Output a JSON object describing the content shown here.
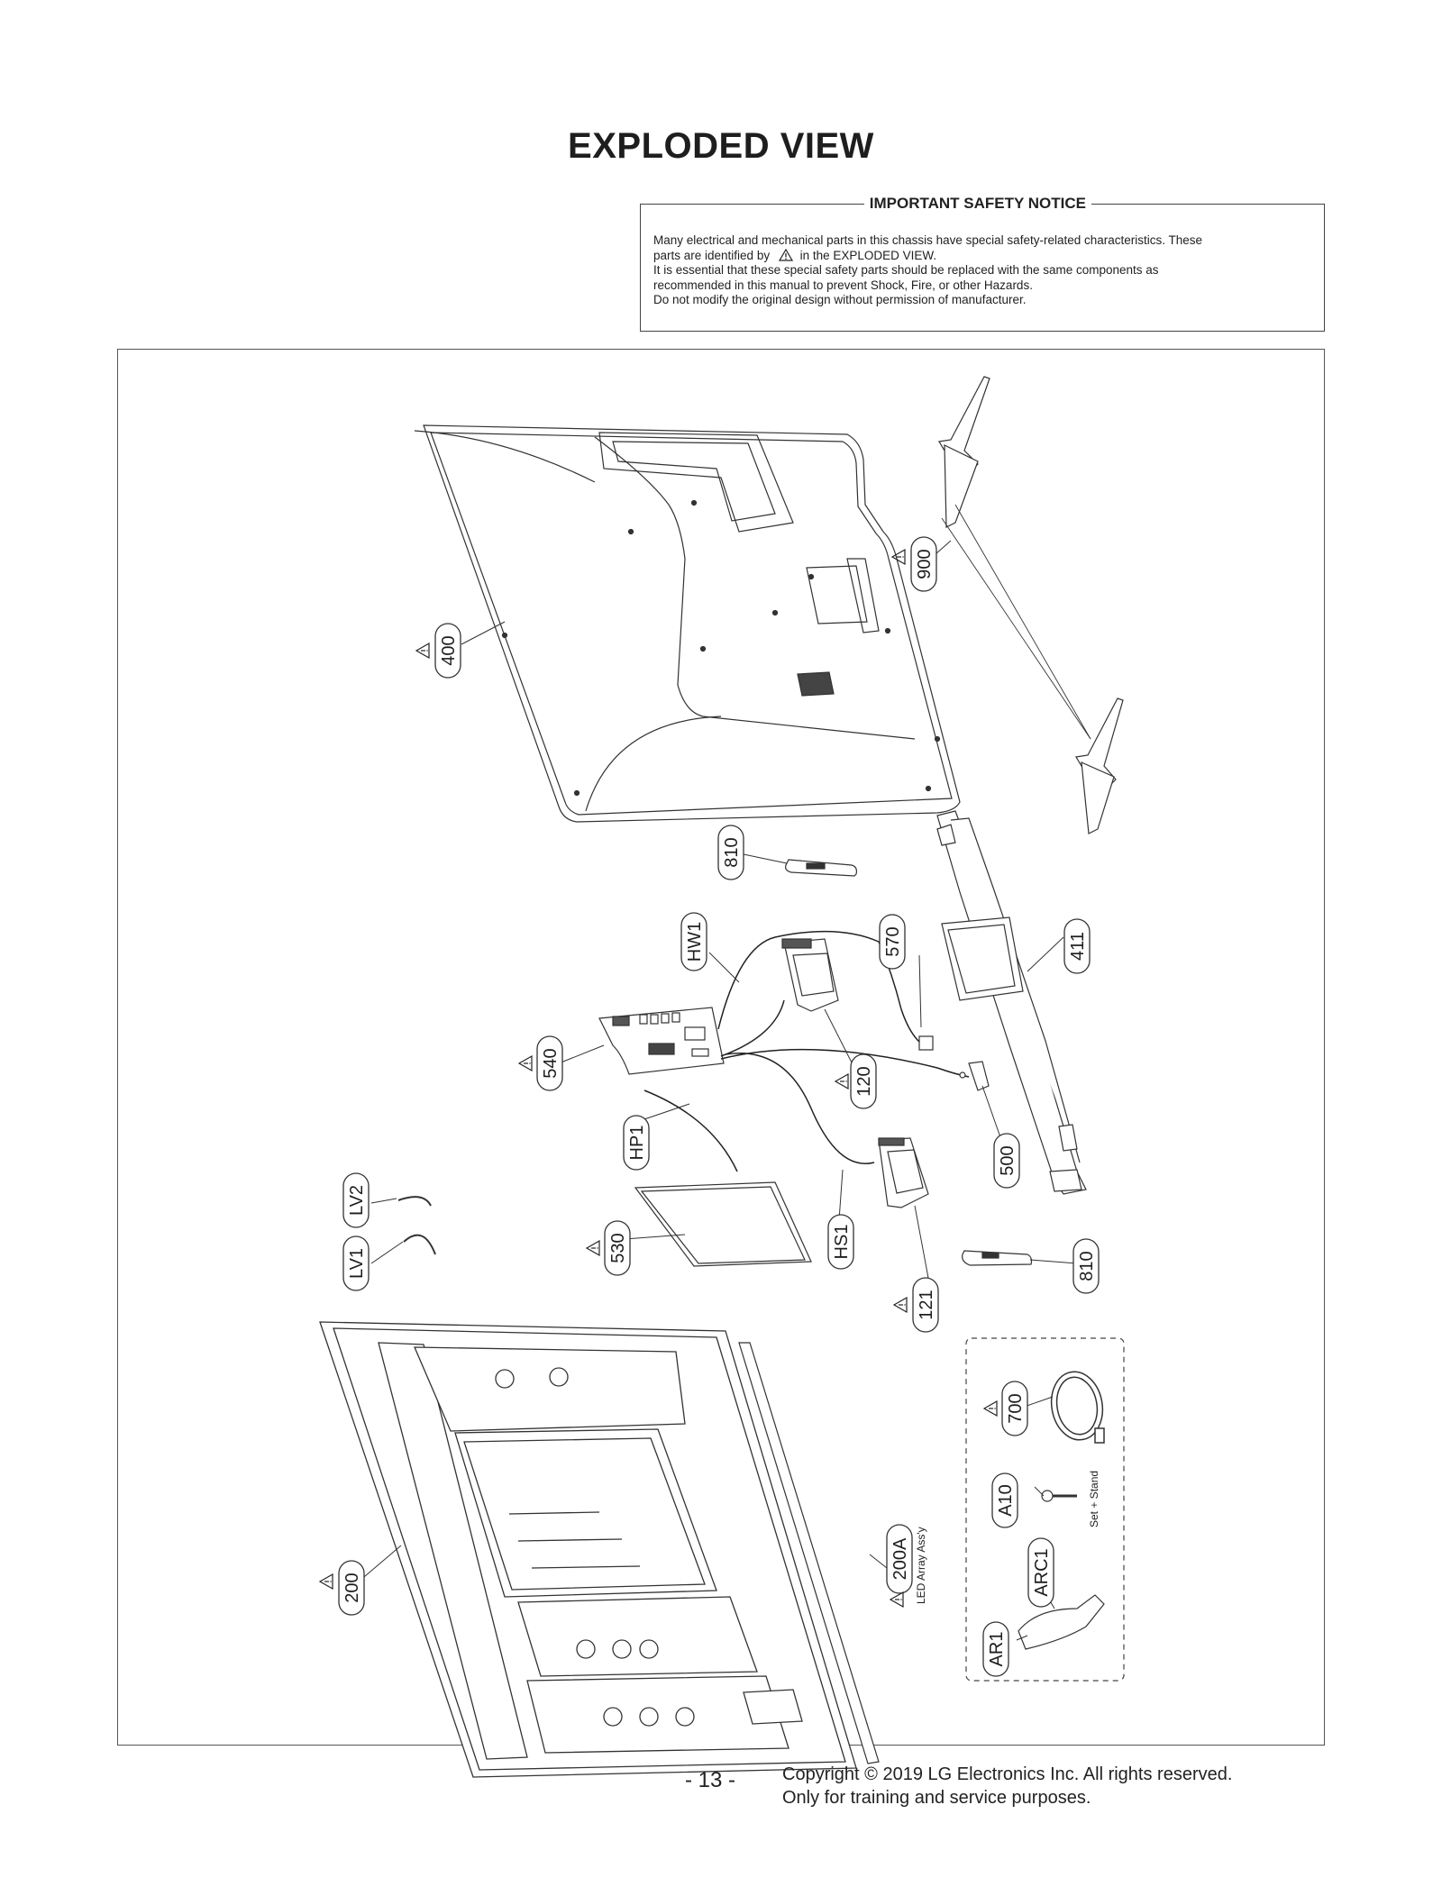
{
  "title": "EXPLODED VIEW",
  "notice": {
    "heading": "IMPORTANT SAFETY NOTICE",
    "line1": "Many electrical and mechanical parts in this chassis have special safety-related characteristics. These",
    "line2a": "parts are identified by",
    "line2b": "in the EXPLODED VIEW.",
    "line3": "It is essential that these special safety parts should be replaced with the same components as",
    "line4": "recommended in this manual to prevent Shock, Fire, or other Hazards.",
    "line5": "Do not modify the original design without permission of manufacturer."
  },
  "parts": {
    "p400": "400",
    "p900": "900",
    "p810a": "810",
    "p810b": "810",
    "p411": "411",
    "p570": "570",
    "pHW1": "HW1",
    "p120": "120",
    "p540": "540",
    "pHP1": "HP1",
    "p500": "500",
    "pLV2": "LV2",
    "pLV1": "LV1",
    "p530": "530",
    "pHS1": "HS1",
    "p121": "121",
    "p700": "700",
    "pA10": "A10",
    "pARC1": "ARC1",
    "pAR1": "AR1",
    "p200": "200",
    "p200A": "200A"
  },
  "captions": {
    "led_array": "LED Array Ass'y",
    "set_stand": "Set + Stand"
  },
  "footer": {
    "page": "- 13 -",
    "copyright": "Copyright © 2019 LG Electronics Inc. All rights reserved.",
    "usage": "Only for training and service purposes."
  }
}
